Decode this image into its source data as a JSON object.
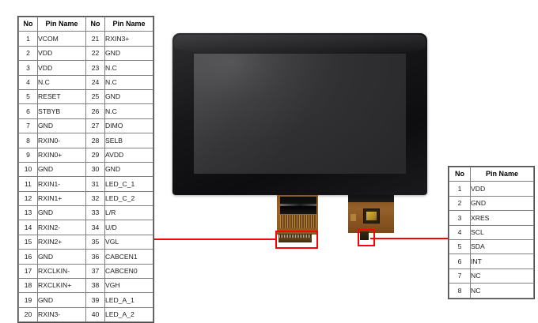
{
  "document": {
    "kind": "lcd-module-pinout-diagram"
  },
  "main_table": {
    "name": "display-interface-pin-table",
    "headers": [
      "No",
      "Pin Name",
      "No",
      "Pin Name"
    ],
    "rows": [
      [
        "1",
        "VCOM",
        "21",
        "RXIN3+"
      ],
      [
        "2",
        "VDD",
        "22",
        "GND"
      ],
      [
        "3",
        "VDD",
        "23",
        "N.C"
      ],
      [
        "4",
        "N.C",
        "24",
        "N.C"
      ],
      [
        "5",
        "RESET",
        "25",
        "GND"
      ],
      [
        "6",
        "STBYB",
        "26",
        "N.C"
      ],
      [
        "7",
        "GND",
        "27",
        "DIMO"
      ],
      [
        "8",
        "RXIN0-",
        "28",
        "SELB"
      ],
      [
        "9",
        "RXIN0+",
        "29",
        "AVDD"
      ],
      [
        "10",
        "GND",
        "30",
        "GND"
      ],
      [
        "11",
        "RXIN1-",
        "31",
        "LED_C_1"
      ],
      [
        "12",
        "RXIN1+",
        "32",
        "LED_C_2"
      ],
      [
        "13",
        "GND",
        "33",
        "L/R"
      ],
      [
        "14",
        "RXIN2-",
        "34",
        "U/D"
      ],
      [
        "15",
        "RXIN2+",
        "35",
        "VGL"
      ],
      [
        "16",
        "GND",
        "36",
        "CABCEN1"
      ],
      [
        "17",
        "RXCLKIN-",
        "37",
        "CABCEN0"
      ],
      [
        "18",
        "RXCLKIN+",
        "38",
        "VGH"
      ],
      [
        "19",
        "GND",
        "39",
        "LED_A_1"
      ],
      [
        "20",
        "RXIN3-",
        "40",
        "LED_A_2"
      ]
    ]
  },
  "touch_table": {
    "name": "touch-interface-pin-table",
    "headers": [
      "No",
      "Pin Name"
    ],
    "rows": [
      [
        "1",
        "VDD"
      ],
      [
        "2",
        "GND"
      ],
      [
        "3",
        "XRES"
      ],
      [
        "4",
        "SCL"
      ],
      [
        "5",
        "SDA"
      ],
      [
        "6",
        "INT"
      ],
      [
        "7",
        "NC"
      ],
      [
        "8",
        "NC"
      ]
    ]
  },
  "annotations": {
    "highlight_color": "#ff0000",
    "display_connector_label": "display-fpc-connector",
    "touch_connector_label": "touch-fpc-connector"
  },
  "device": {
    "bezel_color": "#141416",
    "screen_color": "#303033",
    "fpc_color": "#8d5a20"
  }
}
